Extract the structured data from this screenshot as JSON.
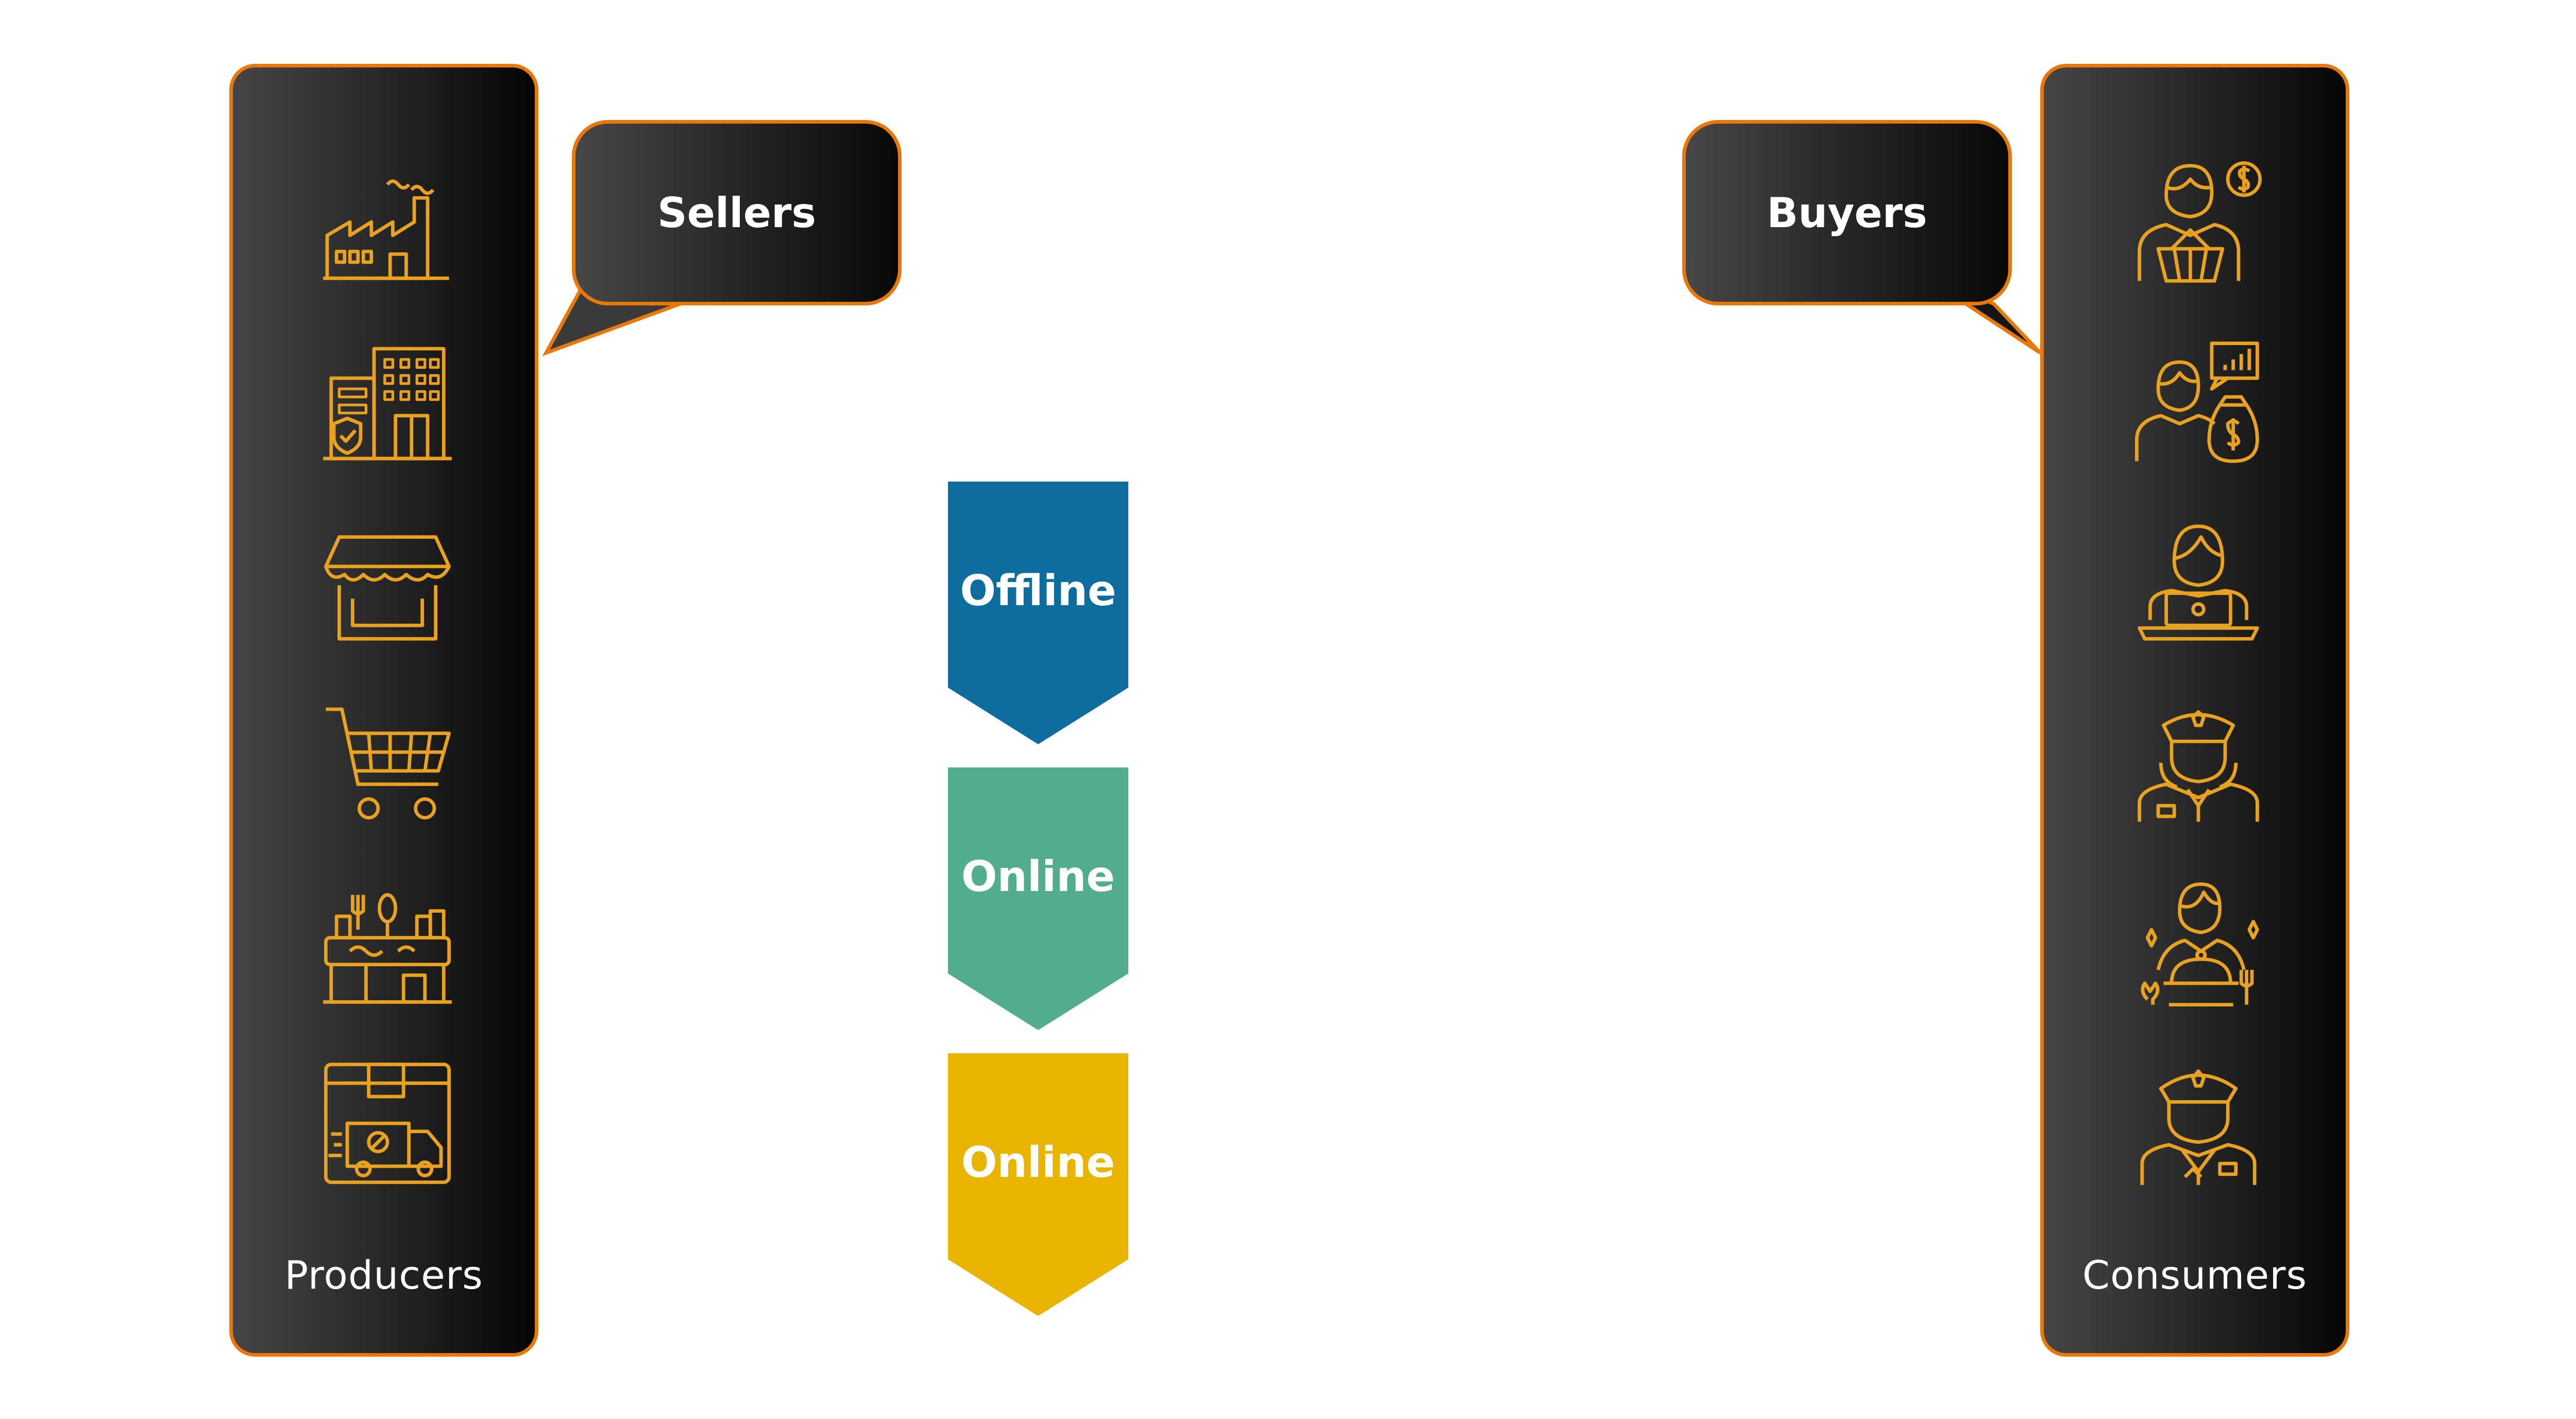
{
  "left_column": {
    "label": "Producers",
    "icons": [
      "factory-icon",
      "office-building-icon",
      "storefront-icon",
      "shopping-cart-icon",
      "restaurant-icon",
      "delivery-truck-icon"
    ]
  },
  "right_column": {
    "label": "Consumers",
    "icons": [
      "buyer-with-basket-icon",
      "investor-icon",
      "laptop-user-icon",
      "police-officer-icon",
      "waiter-icon",
      "pilot-icon"
    ]
  },
  "bubbles": {
    "sellers": "Sellers",
    "buyers": "Buyers"
  },
  "channels": [
    {
      "label": "Offline",
      "color": "#0F6C9E"
    },
    {
      "label": "Online",
      "color": "#52AC8E"
    },
    {
      "label": "Online",
      "color": "#E9B400"
    }
  ],
  "colors": {
    "accent": "#E8780A",
    "panel_dark": "#050505",
    "panel_light": "#454545"
  }
}
